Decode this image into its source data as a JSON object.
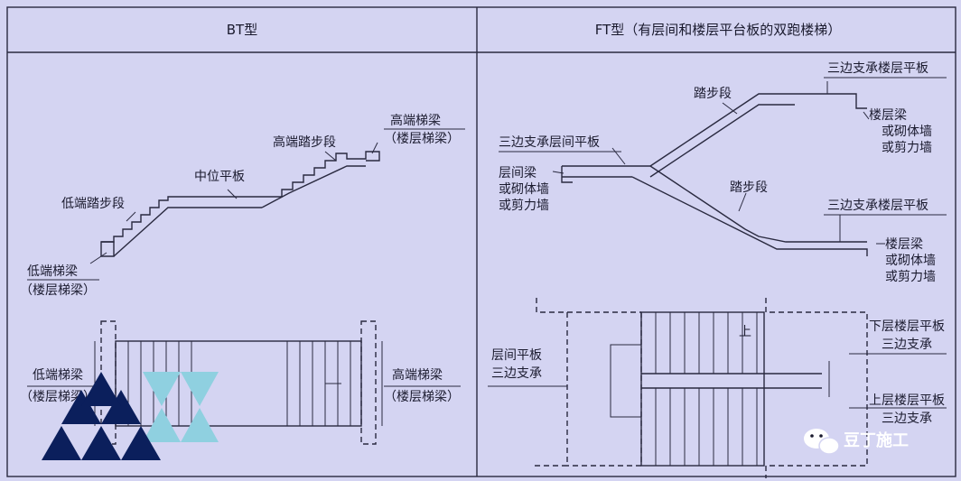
{
  "colors": {
    "background": "#d4d4f2",
    "ink": "#1a1a2e",
    "logo_dark": "#0b1f5c",
    "logo_light": "#8fd0e0"
  },
  "left_panel": {
    "title": "BT型",
    "labels": {
      "low_step": "低端踏步段",
      "mid_platform": "中位平板",
      "high_step": "高端踏步段",
      "high_beam": "高端梯梁",
      "high_beam_sub": "（楼层梯梁）",
      "low_beam": "低端梯梁",
      "low_beam_sub": "（楼层梯梁）",
      "plan_low_beam": "低端梯梁",
      "plan_low_beam_sub": "（楼层梯梁）",
      "plan_high_beam": "高端梯梁",
      "plan_high_beam_sub": "（楼层梯梁）"
    }
  },
  "right_panel": {
    "title": "FT型（有层间和楼层平台板的双跑楼梯）",
    "labels": {
      "three_side_floor_slab_top": "三边支承楼层平板",
      "step_upper": "踏步段",
      "floor_beam_upper": "楼层梁",
      "masonry_upper": "或砌体墙",
      "shear_upper": "或剪力墙",
      "three_side_mid_slab": "三边支承层间平板",
      "mid_beam": "层间梁",
      "masonry_mid": "或砌体墙",
      "shear_mid": "或剪力墙",
      "step_lower": "踏步段",
      "three_side_floor_slab_low": "三边支承楼层平板",
      "floor_beam_lower": "楼层梁",
      "masonry_lower": "或砌体墙",
      "shear_lower": "或剪力墙",
      "plan_mid_slab": "层间平板",
      "plan_mid_slab_sub": "三边支承",
      "plan_lower_floor": "下层楼层平板",
      "plan_lower_floor_sub": "三边支承",
      "plan_upper_floor": "上层楼层平板",
      "plan_upper_floor_sub": "三边支承",
      "up_mark": "上"
    }
  },
  "watermark": {
    "icon": "wechat-icon",
    "text": "豆丁施工"
  },
  "logo": {
    "icon": "triangle-logo-icon"
  }
}
